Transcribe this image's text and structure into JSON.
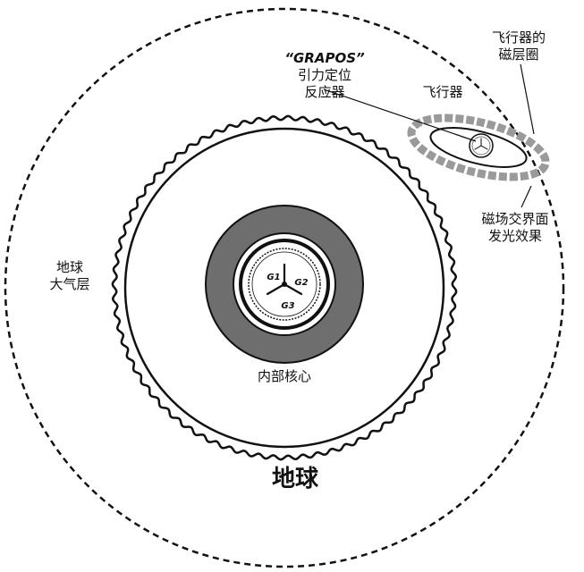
{
  "labels": {
    "earth": "地球",
    "atmosphere_line1": "地球",
    "atmosphere_line2": "大气层",
    "inner_core": "内部核心",
    "grapos_title": "“GRAPOS”",
    "grapos_line1": "引力定位",
    "grapos_line2": "反应器",
    "craft": "飞行器",
    "craft_mag_line1": "飞行器的",
    "craft_mag_line2": "磁层圈",
    "glow_line1": "磁场交界面",
    "glow_line2": "发光效果"
  },
  "core_device": {
    "g1": "G1",
    "g2": "G2",
    "g3": "G3"
  },
  "colors": {
    "ink": "#111111",
    "core_ring": "#6e6e6e",
    "glow_band": "#9a9a9a",
    "background": "#ffffff"
  }
}
